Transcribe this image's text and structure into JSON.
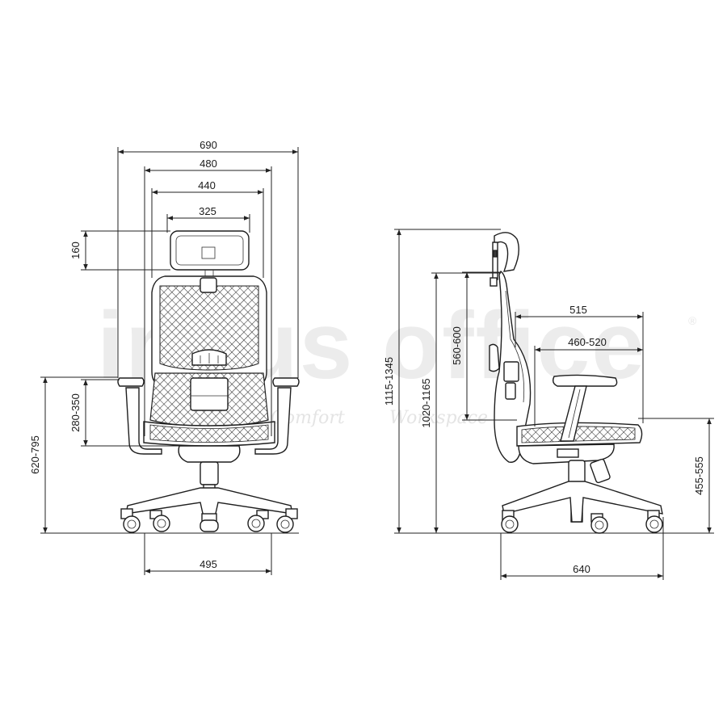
{
  "watermark": {
    "brand": "inaus office",
    "registered": "®",
    "tagline_left": "Comfort",
    "tagline_right": "Workspace"
  },
  "front_view": {
    "dimensions": {
      "overall_width": "690",
      "seat_frame_width": "480",
      "backrest_width": "440",
      "headrest_width": "325",
      "headrest_height": "160",
      "armrest_height": "280-350",
      "floor_to_armrest": "620-795",
      "base_width": "495"
    }
  },
  "side_view": {
    "dimensions": {
      "overall_height": "1115-1345",
      "back_height": "1020-1165",
      "backrest_height": "560-600",
      "overall_depth": "515",
      "seat_depth": "460-520",
      "seat_height": "455-555",
      "base_depth": "640"
    }
  }
}
